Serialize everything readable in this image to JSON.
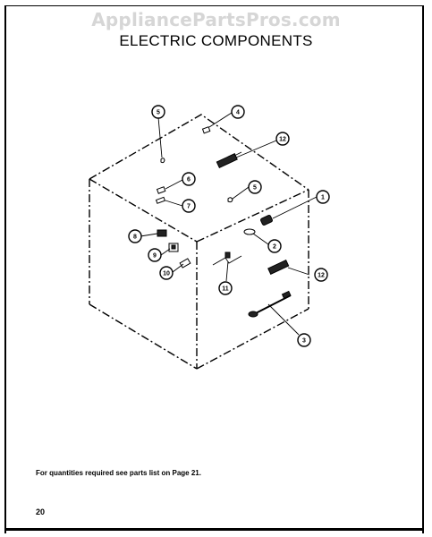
{
  "watermark": "AppliancePartsPros.com",
  "title": "ELECTRIC COMPONENTS",
  "footer_note": "For quantities required see parts list on Page 21.",
  "page_number": "20",
  "callouts": {
    "c5a": "5",
    "c4": "4",
    "c12a": "12",
    "c6": "6",
    "c7": "7",
    "c5b": "5",
    "c1": "1",
    "c8": "8",
    "c9": "9",
    "c2": "2",
    "c10": "10",
    "c12b": "12",
    "c11": "11",
    "c3": "3"
  }
}
